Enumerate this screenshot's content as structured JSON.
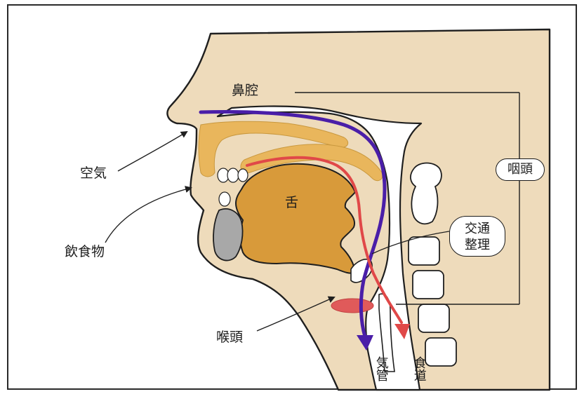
{
  "labels": {
    "nasal_cavity": "鼻腔",
    "air": "空気",
    "food_drink": "飲食物",
    "tongue": "舌",
    "larynx": "喉頭",
    "trachea": "気管",
    "esophagus": "食道",
    "pharynx": "咽頭",
    "crossing_line1": "交通",
    "crossing_line2": "整理"
  },
  "colors": {
    "skin": "#eedbbb",
    "tongue": "#d89a3a",
    "palate": "#e9b65c",
    "air_path": "#4a1ea8",
    "food_path": "#e04848",
    "outline": "#1f1f1f"
  }
}
